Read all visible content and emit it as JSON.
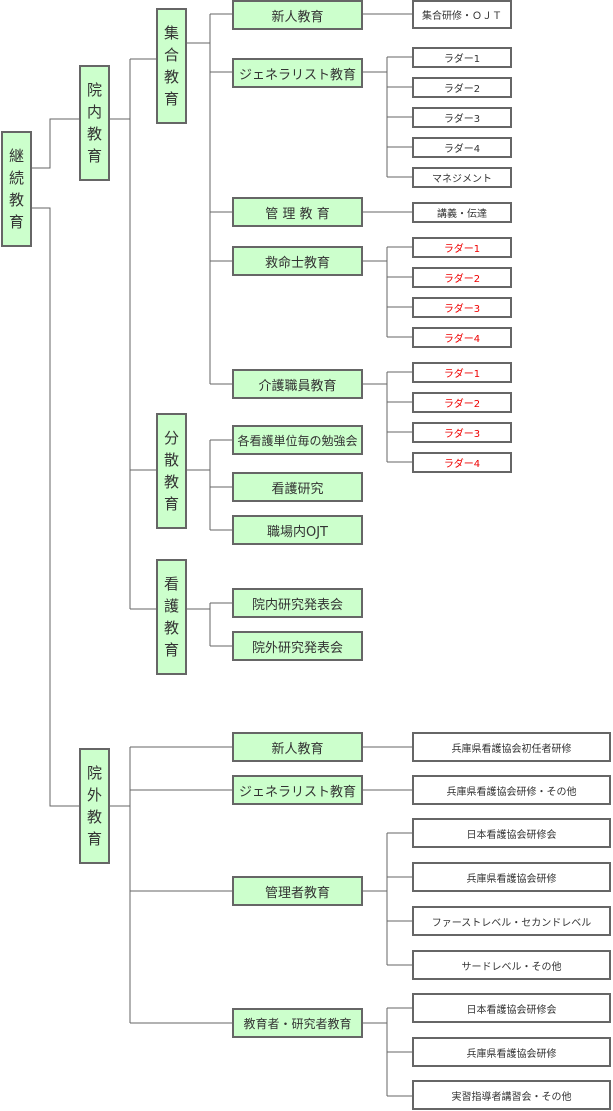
{
  "root": "継続教育",
  "innai": {
    "label": "院内教育",
    "shugo": {
      "label": "集合教育",
      "shinjin": {
        "label": "新人教育",
        "children": [
          "集合研修・ＯＪＴ"
        ]
      },
      "generalist": {
        "label": "ジェネラリスト教育",
        "children": [
          "ラダー1",
          "ラダー2",
          "ラダー3",
          "ラダー4",
          "マネジメント"
        ]
      },
      "kanri": {
        "label": "管 理 教 育",
        "children": [
          "講義・伝達"
        ]
      },
      "kyumei": {
        "label": "救命士教育",
        "children": [
          "ラダー1",
          "ラダー2",
          "ラダー3",
          "ラダー4"
        ]
      },
      "kaigo": {
        "label": "介護職員教育",
        "children": [
          "ラダー1",
          "ラダー2",
          "ラダー3",
          "ラダー4"
        ]
      }
    },
    "bunsan": {
      "label": "分散教育",
      "children": [
        "各看護単位毎の勉強会",
        "看護研究",
        "職場内OJT"
      ]
    },
    "kango": {
      "label": "看護教育",
      "children": [
        "院内研究発表会",
        "院外研究発表会"
      ]
    }
  },
  "ingai": {
    "label": "院外教育",
    "shinjin": {
      "label": "新人教育",
      "children": [
        "兵庫県看護協会初任者研修"
      ]
    },
    "generalist": {
      "label": "ジェネラリスト教育",
      "children": [
        "兵庫県看護協会研修・その他"
      ]
    },
    "kanrisha": {
      "label": "管理者教育",
      "children": [
        "日本看護協会研修会",
        "兵庫県看護協会研修",
        "ファーストレベル・セカンドレベル",
        "サードレベル・その他"
      ]
    },
    "kyoiku": {
      "label": "教育者・研究者教育",
      "children": [
        "日本看護協会研修会",
        "兵庫県看護協会研修",
        "実習指導者講習会・その他"
      ]
    }
  },
  "colors": {
    "box_fill": "#ccffcc",
    "border": "#666666",
    "highlight_text": "#ee0000"
  }
}
